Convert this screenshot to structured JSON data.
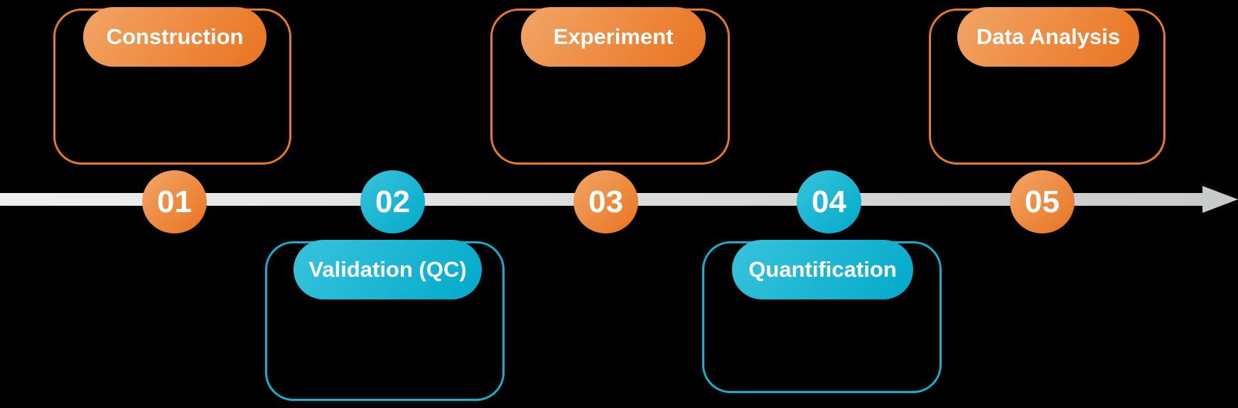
{
  "colors": {
    "background": "#000000",
    "orange-border": "#E87A24",
    "orange-light": "#F2A566",
    "orange-dark": "#E97320",
    "cyan-border": "#0FB3D1",
    "cyan-light": "#38C3DC",
    "cyan-dark": "#02AACA",
    "bar-light": "#EFEFEF",
    "bar-dark": "#C9CBCA",
    "text": "#FFFFFF"
  },
  "timeline": {
    "steps": [
      {
        "number": "01",
        "label": "Construction",
        "theme": "orange",
        "position": "above"
      },
      {
        "number": "02",
        "label": "Validation (QC)",
        "theme": "cyan",
        "position": "below"
      },
      {
        "number": "03",
        "label": "Experiment",
        "theme": "orange",
        "position": "above"
      },
      {
        "number": "04",
        "label": "Quantification",
        "theme": "cyan",
        "position": "below"
      },
      {
        "number": "05",
        "label": "Data Analysis",
        "theme": "orange",
        "position": "above"
      }
    ]
  }
}
